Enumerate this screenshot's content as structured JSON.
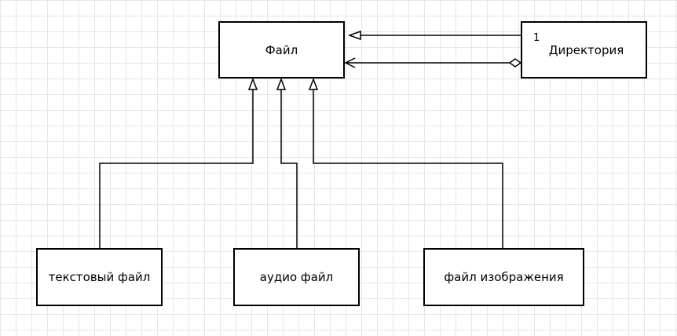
{
  "diagram": {
    "nodes": {
      "file": {
        "label": "Файл"
      },
      "directory": {
        "label": "Директория"
      },
      "text_file": {
        "label": "текстовый файл"
      },
      "audio_file": {
        "label": "аудио файл"
      },
      "image_file": {
        "label": "файл изображения"
      }
    },
    "edges": [
      {
        "id": "directory-generalization",
        "from": "directory",
        "to": "file",
        "type": "generalization"
      },
      {
        "id": "directory-aggregation",
        "from": "directory",
        "to": "file",
        "type": "aggregation",
        "multiplicity": "1"
      },
      {
        "id": "text-generalization",
        "from": "text_file",
        "to": "file",
        "type": "generalization"
      },
      {
        "id": "audio-generalization",
        "from": "audio_file",
        "to": "file",
        "type": "generalization"
      },
      {
        "id": "image-generalization",
        "from": "image_file",
        "to": "file",
        "type": "generalization"
      }
    ],
    "colors": {
      "stroke": "#000000",
      "grid": "#e6e6e6",
      "background": "#ffffff"
    }
  }
}
